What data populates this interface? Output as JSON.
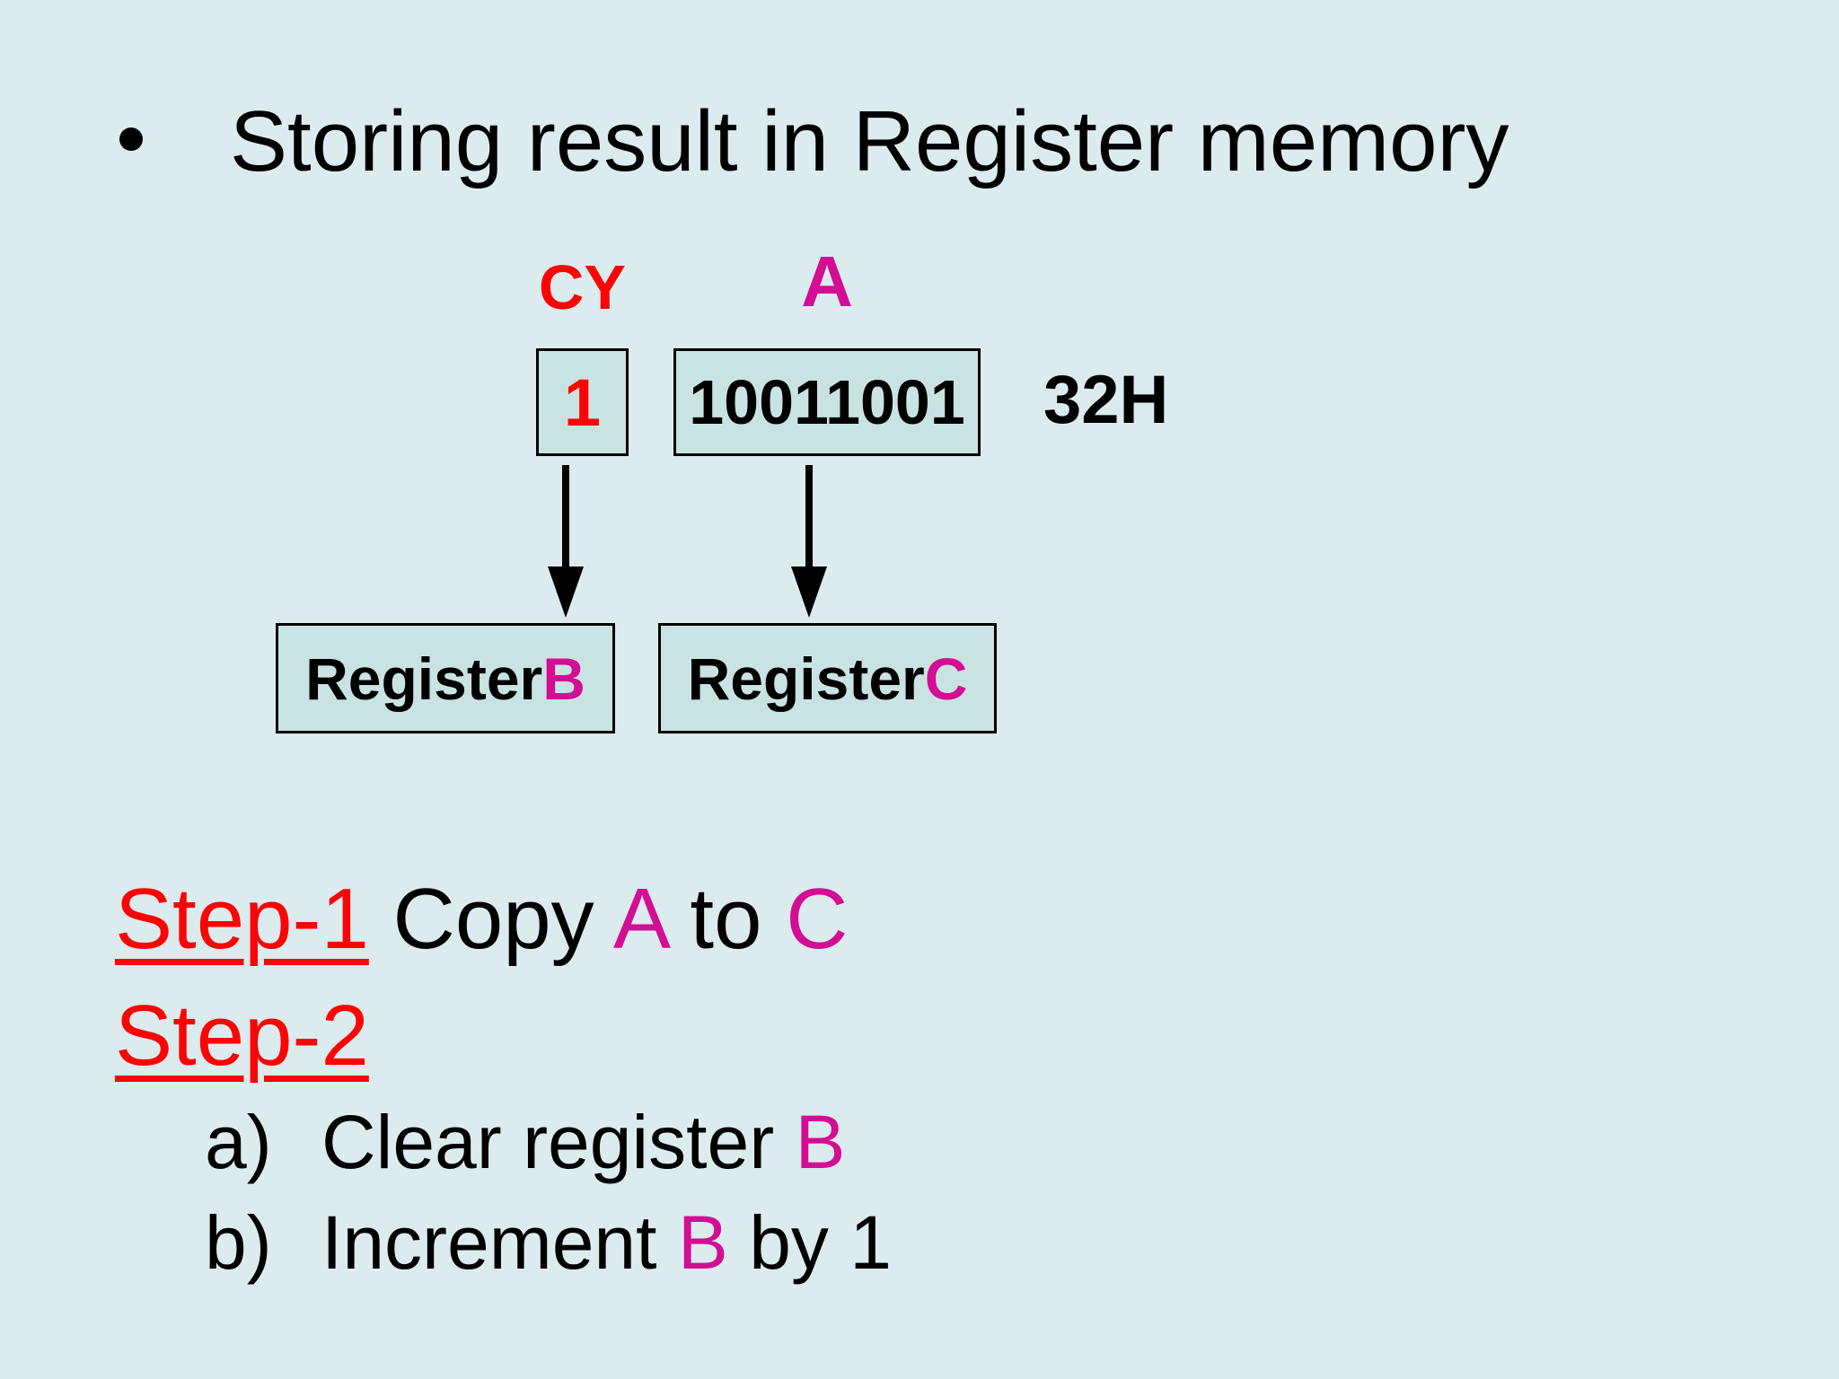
{
  "colors": {
    "background": "#dcebee",
    "box_fill": "#c9e3e2",
    "box_border": "#000000",
    "red": "#fa0505",
    "magenta": "#d30d94",
    "text": "#000000"
  },
  "title": {
    "bullet_icon": "bullet-circle",
    "text": "Storing result in Register memory"
  },
  "diagram": {
    "cy_label": "CY",
    "accumulator_label": "A",
    "carry_value": "1",
    "accumulator_value": "10011001",
    "hex_value": "32H",
    "register_b": {
      "name": "Register ",
      "letter": "B"
    },
    "register_c": {
      "name": "Register ",
      "letter": "C"
    }
  },
  "steps": {
    "step1_label": "Step-1",
    "step1_copy": " Copy ",
    "step1_a": "A",
    "step1_to": " to ",
    "step1_c": "C",
    "step2_label": "Step-2",
    "item_a_marker": "a)",
    "item_a_text": "Clear register ",
    "item_a_letter": "B",
    "item_b_marker": "b)",
    "item_b_text": "Increment ",
    "item_b_letter": "B",
    "item_b_suffix": " by 1"
  }
}
